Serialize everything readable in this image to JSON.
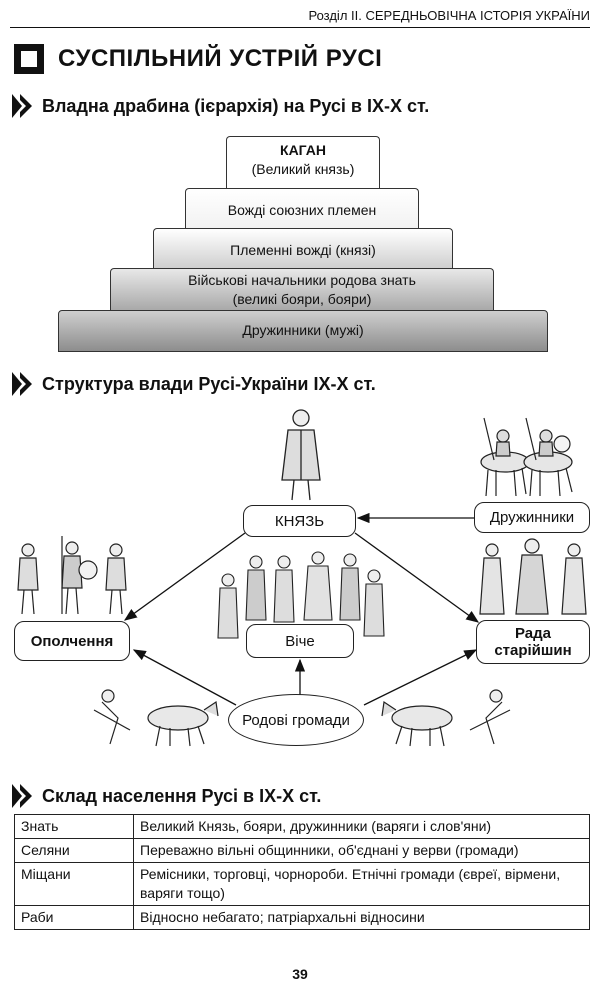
{
  "header": {
    "running_head": "Розділ ІІ. СЕРЕДНЬОВІЧНА ІСТОРІЯ УКРАЇНИ"
  },
  "section": {
    "title": "СУСПІЛЬНИЙ УСТРІЙ РУСІ"
  },
  "hierarchy": {
    "heading": "Владна драбина (ієрархія) на Русі в IX-X ст.",
    "levels": [
      {
        "line1": "КАГАН",
        "line2": "(Великий князь)"
      },
      {
        "line1": "Вожді союзних племен",
        "line2": ""
      },
      {
        "line1": "Племенні вожді (князі)",
        "line2": ""
      },
      {
        "line1": "Військові начальники родова знать",
        "line2": "(великі бояри, бояри)"
      },
      {
        "line1": "Дружинники (мужі)",
        "line2": ""
      }
    ]
  },
  "structure": {
    "heading": "Структура влади Русі-України IX-X ст.",
    "nodes": {
      "prince": "КНЯЗЬ",
      "retinue": "Дружинники",
      "militia": "Ополчення",
      "council_line1": "Рада",
      "council_line2": "старійшин",
      "veche": "Віче",
      "clans": "Родові громади"
    }
  },
  "population": {
    "heading": "Склад населення Русі в IX-X ст.",
    "rows": [
      {
        "class": "Знать",
        "desc": "Великий Князь, бояри, дружинники (варяги і слов'яни)"
      },
      {
        "class": "Селяни",
        "desc": "Переважно вільні общинники, об'єднані у верви (громади)"
      },
      {
        "class": "Міщани",
        "desc": "Ремісники, торговці, чорнороби. Етнічні громади (євреї, вірмени, варяги тощо)"
      },
      {
        "class": "Раби",
        "desc": "Відносно небагато; патріархальні відносини"
      }
    ]
  },
  "footer": {
    "page_number": "39"
  }
}
